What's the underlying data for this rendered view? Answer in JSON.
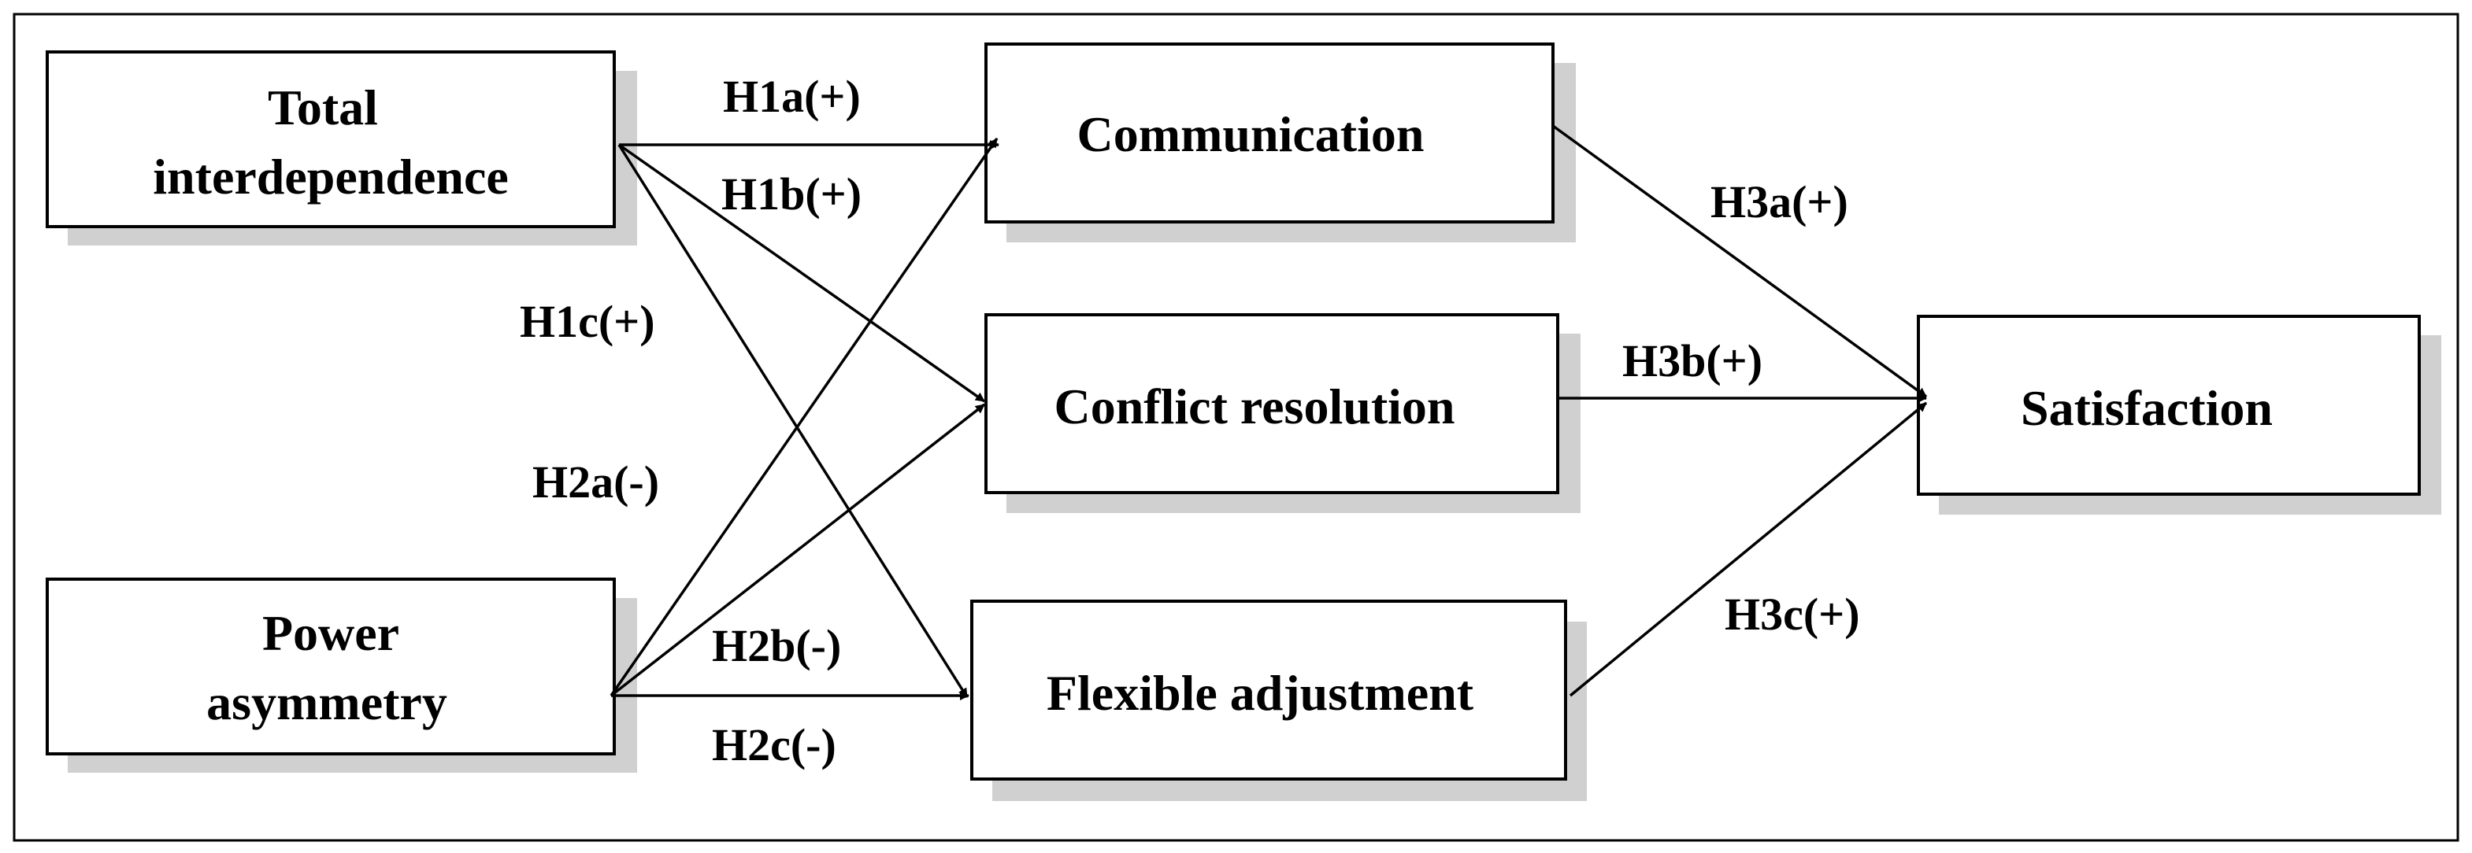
{
  "nodes": {
    "total_interdependence": {
      "line1": "Total",
      "line2": "interdependence"
    },
    "power_asymmetry": {
      "line1": "Power",
      "line2": "asymmetry"
    },
    "communication": {
      "label": "Communication"
    },
    "conflict_resolution": {
      "label": "Conflict resolution"
    },
    "flexible_adjustment": {
      "label": "Flexible adjustment"
    },
    "satisfaction": {
      "label": "Satisfaction"
    }
  },
  "hypotheses": {
    "h1a": "H1a(+)",
    "h1b": "H1b(+)",
    "h1c": "H1c(+)",
    "h2a": "H2a(-)",
    "h2b": "H2b(-)",
    "h2c": "H2c(-)",
    "h3a": "H3a(+)",
    "h3b": "H3b(+)",
    "h3c": "H3c(+)"
  }
}
